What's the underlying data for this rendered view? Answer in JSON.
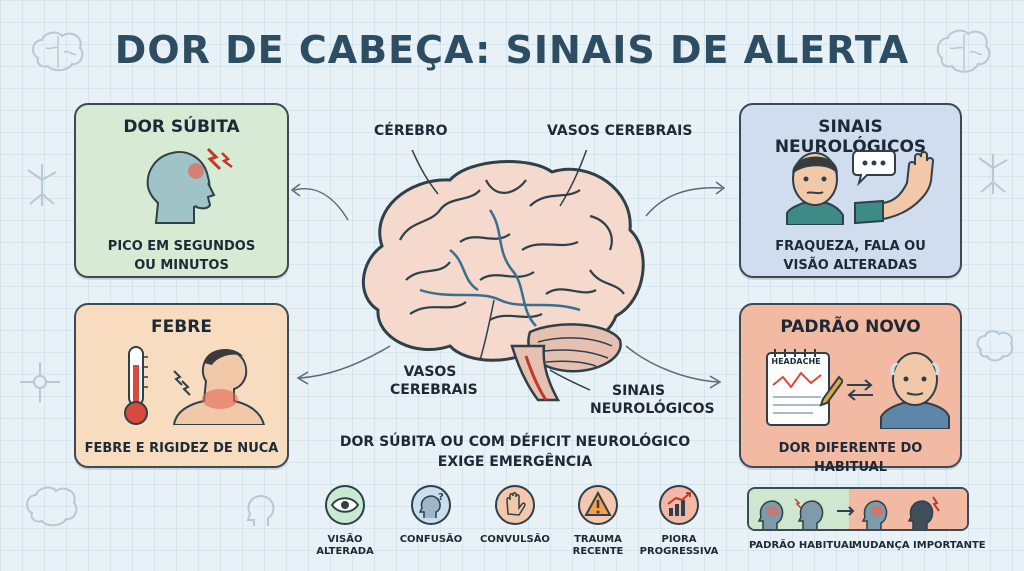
{
  "title": "DOR DE CABEÇA: SINAIS DE ALERTA",
  "cards": {
    "sudden": {
      "title": "DOR SÚBITA",
      "line1": "PICO EM SEGUNDOS",
      "line2": "OU MINUTOS"
    },
    "neuro": {
      "title": "SINAIS NEUROLÓGICOS",
      "line1": "FRAQUEZA, FALA OU",
      "line2": "VISÃO ALTERADAS"
    },
    "fever": {
      "title": "FEBRE",
      "line1": "FEBRE E RIGIDEZ DE NUCA"
    },
    "new": {
      "title": "PADRÃO NOVO",
      "line1": "DOR DIFERENTE DO HABITUAL",
      "notepad": "HEADACHE"
    }
  },
  "brain_labels": {
    "cerebro": "CÉREBRO",
    "vasos_top": "VASOS CEREBRAIS",
    "vasos_bottom_1": "VASOS",
    "vasos_bottom_2": "CEREBRAIS",
    "sinais_1": "SINAIS",
    "sinais_2": "NEUROLÓGICOS"
  },
  "warning": {
    "line1": "DOR SÚBITA OU COM DÉFICIT NEUROLÓGICO",
    "line2": "EXIGE EMERGÊNCIA"
  },
  "symptoms": [
    {
      "line1": "VISÃO",
      "line2": "ALTERADA",
      "color": "#c9ead1"
    },
    {
      "line1": "CONFUSÃO",
      "line2": "",
      "color": "#c9def0"
    },
    {
      "line1": "CONVULSÃO",
      "line2": "",
      "color": "#f4c8ae"
    },
    {
      "line1": "TRAUMA",
      "line2": "RECENTE",
      "color": "#f4c8ae"
    },
    {
      "line1": "PIORA",
      "line2": "PROGRESSIVA",
      "color": "#f3b7a8"
    }
  ],
  "comparison": {
    "left": "PADRÃO HABITUAL",
    "right": "MUDANÇA IMPORTANTE"
  }
}
